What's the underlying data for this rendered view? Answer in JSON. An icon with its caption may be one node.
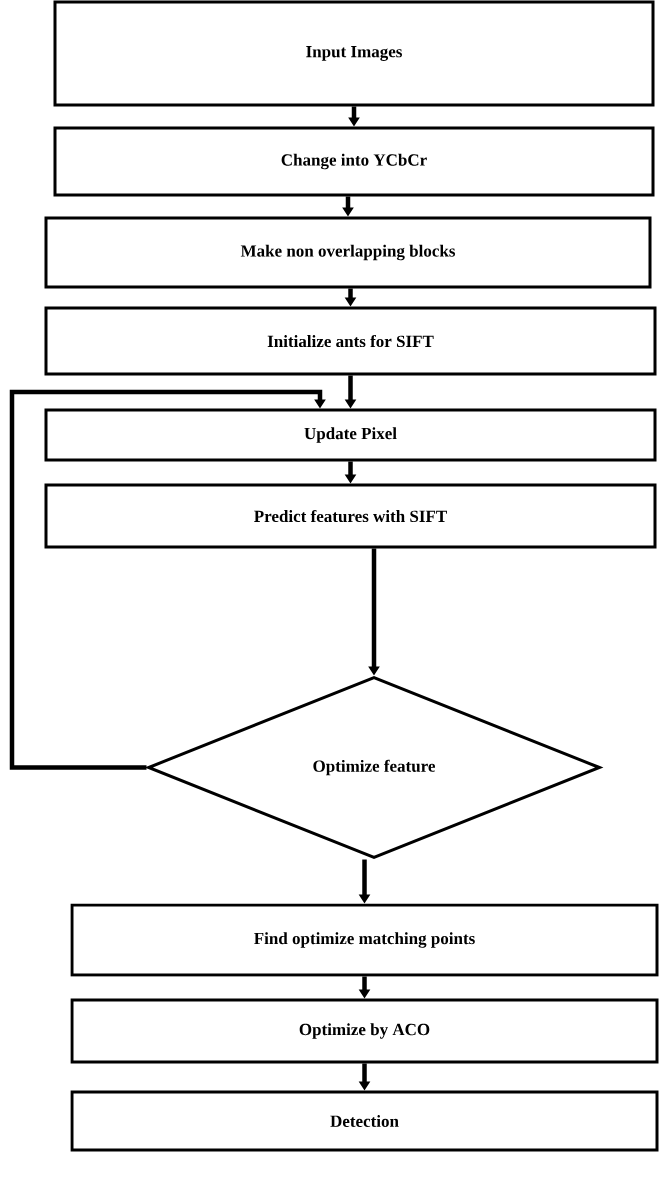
{
  "diagram": {
    "nodes": [
      {
        "text": [
          "Input Images"
        ]
      },
      {
        "text": [
          "Change into YCbCr"
        ]
      },
      {
        "text": [
          "Make non overlapping blocks"
        ]
      },
      {
        "text": [
          "Initialize ants for SIFT"
        ]
      },
      {
        "text": [
          "Update Pixel"
        ]
      },
      {
        "text": [
          "Predict features with SIFT"
        ]
      },
      {
        "text": [
          "Optimize feature"
        ]
      },
      {
        "text": [
          "Find optimize matching points"
        ]
      },
      {
        "text": [
          "Optimize by ACO"
        ]
      },
      {
        "text": [
          "Detection"
        ]
      }
    ],
    "edges": [
      {
        "from": 0,
        "to": 1,
        "arrow": "to"
      },
      {
        "from": 1,
        "to": 2,
        "arrow": "to"
      },
      {
        "from": 2,
        "to": 3,
        "arrow": "to"
      },
      {
        "from": 3,
        "to": 4,
        "arrow": "to"
      },
      {
        "from": 4,
        "to": 5,
        "arrow": "to"
      },
      {
        "from": 5,
        "to": 6,
        "arrow": "to"
      },
      {
        "from": 6,
        "to": 4,
        "arrow": "to"
      },
      {
        "from": 6,
        "to": 7,
        "arrow": "to"
      },
      {
        "from": 7,
        "to": 8,
        "arrow": "to"
      },
      {
        "from": 8,
        "to": 9,
        "arrow": "to"
      }
    ]
  }
}
